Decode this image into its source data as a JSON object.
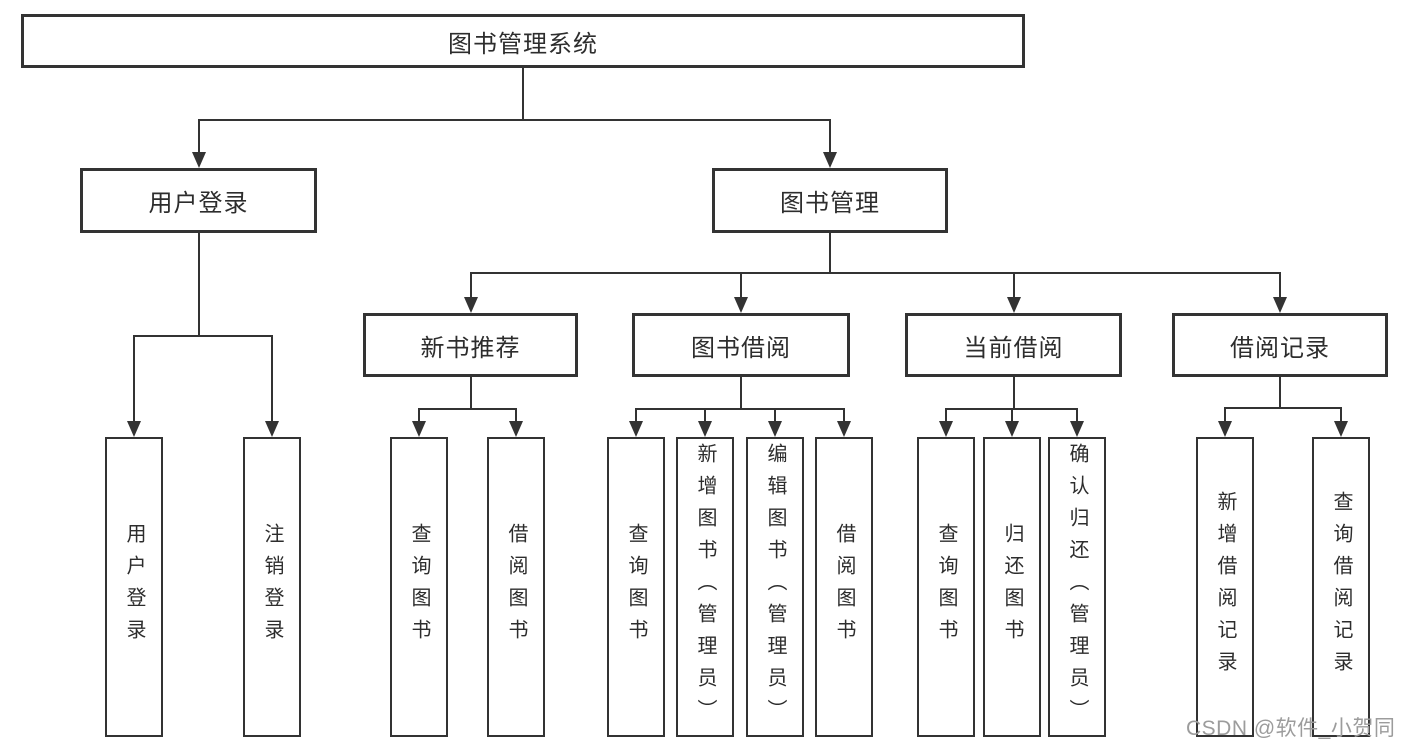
{
  "colors": {
    "line": "#333333",
    "text": "#2d2d2d",
    "watermark": "#9c9c9c",
    "background": "#ffffff"
  },
  "watermark": "CSDN @软件_小贺同学",
  "tree": {
    "label": "图书管理系统",
    "children": [
      {
        "label": "用户登录",
        "children": [
          {
            "label": "用户登录"
          },
          {
            "label": "注销登录"
          }
        ]
      },
      {
        "label": "图书管理",
        "children": [
          {
            "label": "新书推荐",
            "children": [
              {
                "label": "查询图书"
              },
              {
                "label": "借阅图书"
              }
            ]
          },
          {
            "label": "图书借阅",
            "children": [
              {
                "label": "查询图书"
              },
              {
                "label": "新增图书（管理员）"
              },
              {
                "label": "编辑图书（管理员）"
              },
              {
                "label": "借阅图书"
              }
            ]
          },
          {
            "label": "当前借阅",
            "children": [
              {
                "label": "查询图书"
              },
              {
                "label": "归还图书"
              },
              {
                "label": "确认归还（管理员）"
              }
            ]
          },
          {
            "label": "借阅记录",
            "children": [
              {
                "label": "新增借阅记录"
              },
              {
                "label": "查询借阅记录"
              }
            ]
          }
        ]
      }
    ]
  }
}
